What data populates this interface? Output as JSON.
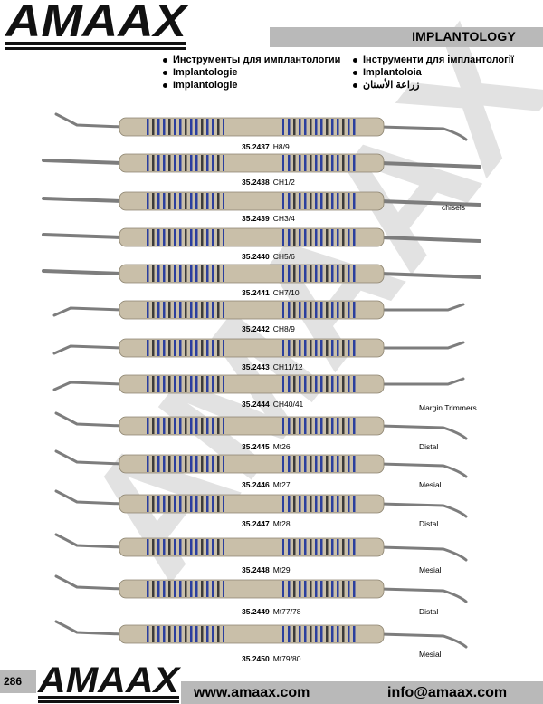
{
  "brand": {
    "logo_text": "AMAAX"
  },
  "header": {
    "title": "IMPLANTOLOGY"
  },
  "languages_left": [
    "Инструменты для имплантологии",
    "Implantologie",
    "Implantologie"
  ],
  "languages_right": [
    "Інструменти для імплантології",
    "Implantoloia",
    "زراعة الأسنان"
  ],
  "instruments": [
    {
      "code": "35.2437",
      "name": "H8/9"
    },
    {
      "code": "35.2438",
      "name": "CH1/2"
    },
    {
      "code": "35.2439",
      "name": "CH3/4"
    },
    {
      "code": "35.2440",
      "name": "CH5/6"
    },
    {
      "code": "35.2441",
      "name": "CH7/10"
    },
    {
      "code": "35.2442",
      "name": "CH8/9"
    },
    {
      "code": "35.2443",
      "name": "CH11/12"
    },
    {
      "code": "35.2444",
      "name": "CH40/41"
    },
    {
      "code": "35.2445",
      "name": "Mt26"
    },
    {
      "code": "35.2446",
      "name": "Mt27"
    },
    {
      "code": "35.2447",
      "name": "Mt28"
    },
    {
      "code": "35.2448",
      "name": "Mt29"
    },
    {
      "code": "35.2449",
      "name": "Mt77/78"
    },
    {
      "code": "35.2450",
      "name": "Mt79/80"
    }
  ],
  "notes": {
    "chisels": "chisels",
    "margin_trimmers": "Margin Trimmers",
    "distal_1": "Distal",
    "mesial_1": "Mesial",
    "distal_2": "Distal",
    "mesial_2": "Mesial",
    "distal_3": "Distal",
    "mesial_3": "Mesial"
  },
  "footer": {
    "page_number": "286",
    "website": "www.amaax.com",
    "email": "info@amaax.com"
  },
  "colors": {
    "handle": "#c9bfa9",
    "ring_blue": "#2b3f9e",
    "ring_dark": "#3a3a3a",
    "steel": "#7d7d7d",
    "band": "#b9b9b9"
  }
}
